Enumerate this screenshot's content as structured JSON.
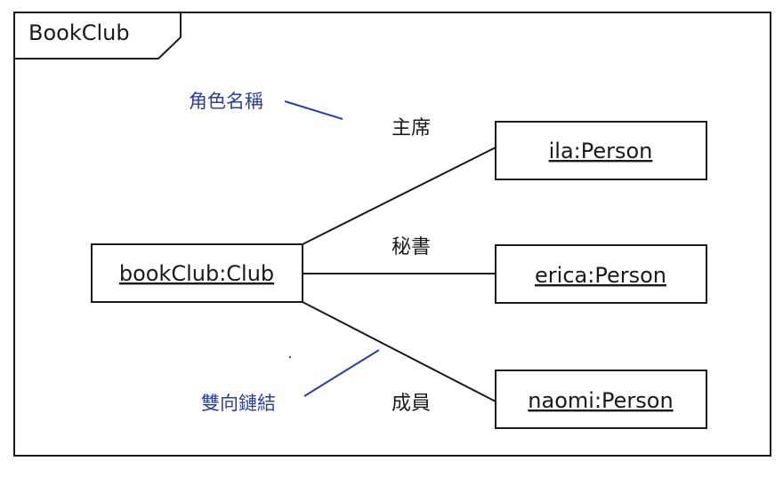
{
  "frame": {
    "title": "BookClub"
  },
  "objects": {
    "club": "bookClub:Club",
    "ila": "ila:Person",
    "erica": "erica:Person",
    "naomi": "naomi:Person"
  },
  "roles": {
    "chair": "主席",
    "secretary": "秘書",
    "member": "成員"
  },
  "annotations": {
    "role_name": "角色名稱",
    "bidirectional_link": "雙向鏈結"
  },
  "colors": {
    "annotation": "#2b3f9e",
    "line": "#1a1a1a"
  }
}
